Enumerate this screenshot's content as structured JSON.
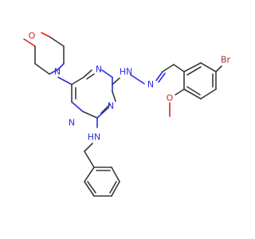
{
  "molecule": {
    "atom_colors": {
      "N": "#2a2ae6",
      "O": "#e02020",
      "Br": "#a52a2a",
      "C": "#3a3a3a"
    },
    "labels": {
      "morpholine_o": "O",
      "morpholine_n": "N",
      "triazine_n1": "N",
      "triazine_n2": "N",
      "triazine_n3": "N",
      "hydrazone_nh": "HN",
      "hydrazone_n": "N",
      "amine_nh": "HN",
      "bromine": "Br",
      "methoxy_o": "O"
    }
  }
}
